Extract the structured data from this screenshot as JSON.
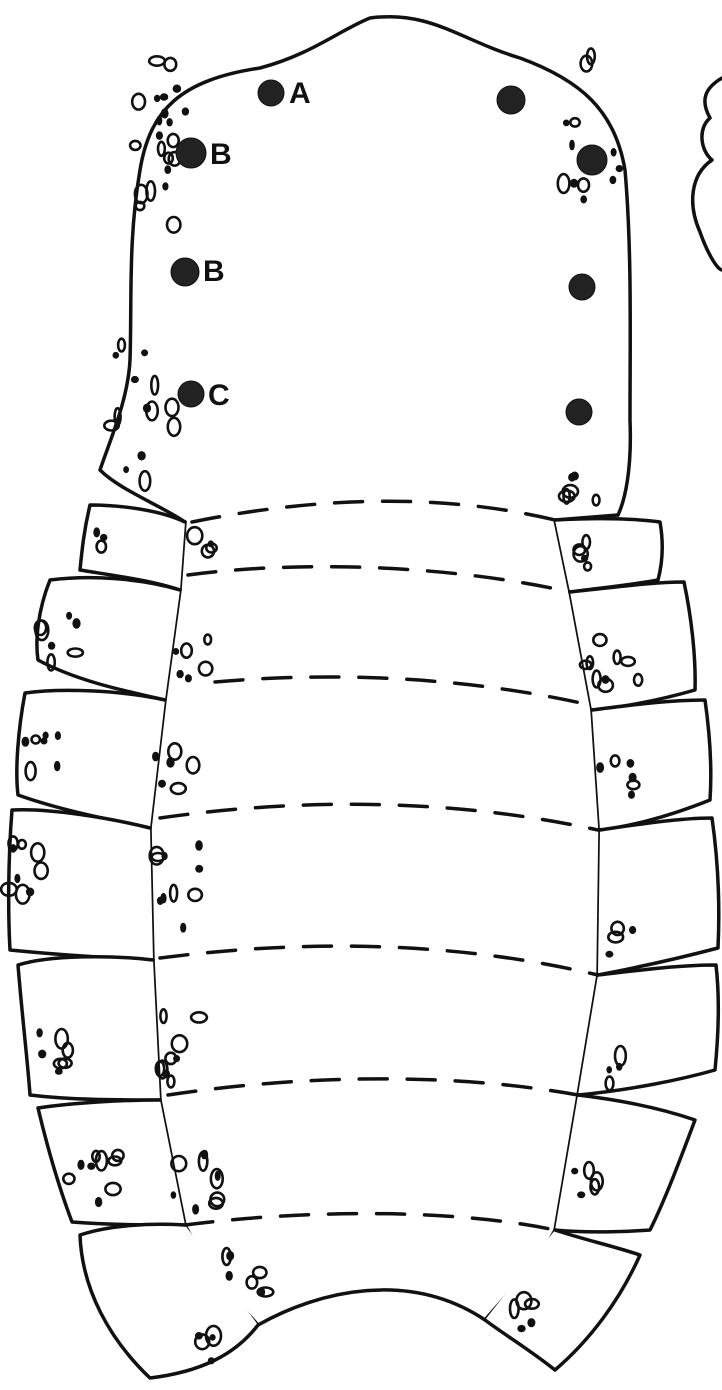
{
  "figure": {
    "labels": {
      "a": "A",
      "b_upper": "B",
      "b_lower": "B",
      "c": "C"
    },
    "colors": {
      "ink": "#111111",
      "paper": "#ffffff"
    },
    "body_segment_count": 7,
    "paired_dots_per_side": 4
  }
}
